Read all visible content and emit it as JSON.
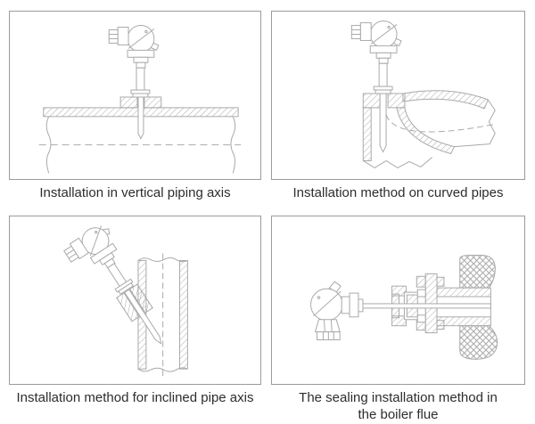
{
  "figures": [
    {
      "name": "vertical-piping-installation",
      "caption": "Installation in vertical piping axis"
    },
    {
      "name": "curved-pipes-installation",
      "caption": "Installation method on curved pipes"
    },
    {
      "name": "inclined-pipe-installation",
      "caption": "Installation method for inclined pipe axis"
    },
    {
      "name": "boiler-flue-sealing-installation",
      "caption": "The sealing installation method in\nthe boiler flue"
    }
  ],
  "colors": {
    "line": "#a9a9a9",
    "border": "#9b9b9b",
    "text": "#2d2d2d",
    "background": "#ffffff"
  }
}
